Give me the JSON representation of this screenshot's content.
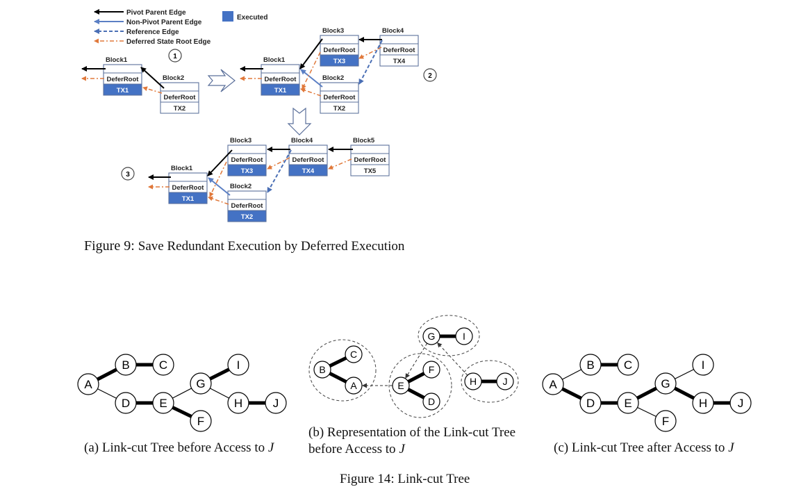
{
  "figure9": {
    "caption_prefix": "Figure 9:",
    "caption_text": "Save Redundant Execution by Deferred Execution",
    "legend": {
      "items": [
        {
          "label": "Pivot Parent Edge",
          "style": "pivot"
        },
        {
          "label": "Non-Pivot Parent Edge",
          "style": "nonpivot"
        },
        {
          "label": "Reference Edge",
          "style": "reference"
        },
        {
          "label": "Deferred State Root Edge",
          "style": "deferred"
        }
      ],
      "executed_label": "Executed"
    },
    "colors": {
      "executed": "#4472c4",
      "block_border": "#5a6f9a",
      "pivot": "#000000",
      "nonpivot": "#5b7fc4",
      "reference": "#4a6fb5",
      "deferred": "#e0783a"
    },
    "row_label": "DeferRoot",
    "stages": [
      {
        "label": "1",
        "blocks": [
          {
            "id": "b1",
            "name": "Block1",
            "tx": "TX1",
            "executed": true
          },
          {
            "id": "b2",
            "name": "Block2",
            "tx": "TX2",
            "executed": false
          }
        ]
      },
      {
        "label": "2",
        "blocks": [
          {
            "id": "b1",
            "name": "Block1",
            "tx": "TX1",
            "executed": true
          },
          {
            "id": "b3",
            "name": "Block3",
            "tx": "TX3",
            "executed": true
          },
          {
            "id": "b4",
            "name": "Block4",
            "tx": "TX4",
            "executed": false
          },
          {
            "id": "b2",
            "name": "Block2",
            "tx": "TX2",
            "executed": false
          }
        ]
      },
      {
        "label": "3",
        "blocks": [
          {
            "id": "b1",
            "name": "Block1",
            "tx": "TX1",
            "executed": true
          },
          {
            "id": "b3",
            "name": "Block3",
            "tx": "TX3",
            "executed": true
          },
          {
            "id": "b4",
            "name": "Block4",
            "tx": "TX4",
            "executed": true
          },
          {
            "id": "b5",
            "name": "Block5",
            "tx": "TX5",
            "executed": false
          },
          {
            "id": "b2",
            "name": "Block2",
            "tx": "TX2",
            "executed": true
          }
        ]
      }
    ]
  },
  "figure14": {
    "caption_partial": "Figure 14: Link-cut Tree",
    "subfigures": [
      {
        "id": "a",
        "caption": "(a) Link-cut Tree before Access to ",
        "caption_italic": "J",
        "nodes": [
          "A",
          "B",
          "C",
          "D",
          "E",
          "F",
          "G",
          "H",
          "I",
          "J"
        ],
        "edges": [
          {
            "from": "A",
            "to": "B",
            "preferred": true
          },
          {
            "from": "B",
            "to": "C",
            "preferred": true
          },
          {
            "from": "A",
            "to": "D",
            "preferred": false
          },
          {
            "from": "D",
            "to": "E",
            "preferred": true
          },
          {
            "from": "E",
            "to": "F",
            "preferred": true
          },
          {
            "from": "E",
            "to": "G",
            "preferred": false
          },
          {
            "from": "G",
            "to": "I",
            "preferred": true
          },
          {
            "from": "G",
            "to": "H",
            "preferred": false
          },
          {
            "from": "H",
            "to": "J",
            "preferred": true
          }
        ]
      },
      {
        "id": "b",
        "caption_line1": "(b) Representation of the Link-cut Tree",
        "caption_line2": "before Access to ",
        "caption_italic": "J",
        "nodes": [
          "A",
          "B",
          "C",
          "D",
          "E",
          "F",
          "G",
          "H",
          "I",
          "J"
        ],
        "groups": [
          [
            "B",
            "C",
            "A"
          ],
          [
            "G",
            "I"
          ],
          [
            "E",
            "F",
            "D"
          ],
          [
            "H",
            "J"
          ]
        ],
        "edges": [
          {
            "from": "B",
            "to": "C",
            "preferred": true
          },
          {
            "from": "B",
            "to": "A",
            "preferred": true
          },
          {
            "from": "G",
            "to": "I",
            "preferred": true
          },
          {
            "from": "E",
            "to": "F",
            "preferred": true
          },
          {
            "from": "E",
            "to": "D",
            "preferred": true
          },
          {
            "from": "H",
            "to": "J",
            "preferred": true
          }
        ],
        "path_pointers": [
          {
            "from": "E",
            "to": "A"
          },
          {
            "from": "G",
            "to": "E"
          },
          {
            "from": "H",
            "to": "G"
          }
        ]
      },
      {
        "id": "c",
        "caption": "(c) Link-cut Tree after Access to ",
        "caption_italic": "J",
        "nodes": [
          "A",
          "B",
          "C",
          "D",
          "E",
          "F",
          "G",
          "H",
          "I",
          "J"
        ],
        "edges": [
          {
            "from": "A",
            "to": "B",
            "preferred": false
          },
          {
            "from": "B",
            "to": "C",
            "preferred": true
          },
          {
            "from": "A",
            "to": "D",
            "preferred": true
          },
          {
            "from": "D",
            "to": "E",
            "preferred": true
          },
          {
            "from": "E",
            "to": "F",
            "preferred": false
          },
          {
            "from": "E",
            "to": "G",
            "preferred": true
          },
          {
            "from": "G",
            "to": "I",
            "preferred": false
          },
          {
            "from": "G",
            "to": "H",
            "preferred": true
          },
          {
            "from": "H",
            "to": "J",
            "preferred": true
          }
        ]
      }
    ]
  }
}
